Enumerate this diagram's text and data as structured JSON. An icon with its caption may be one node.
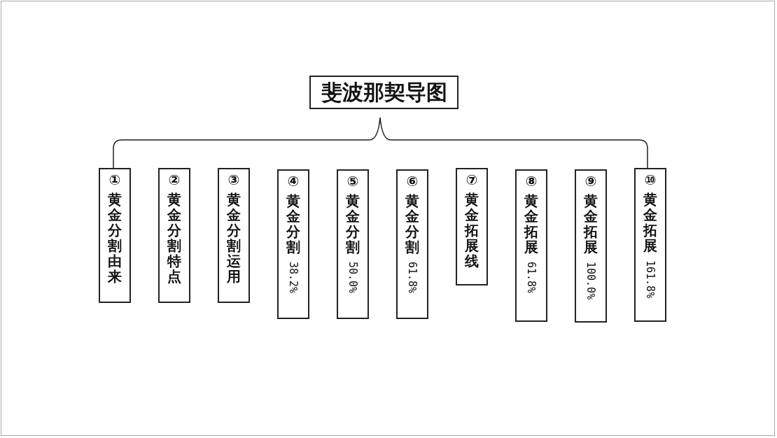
{
  "diagram": {
    "title": "斐波那契导图",
    "nodes": [
      {
        "text": [
          "①",
          "黄金分割由来"
        ]
      },
      {
        "text": [
          "②",
          "黄金分割特点"
        ]
      },
      {
        "text": [
          "③",
          "黄金分割运用"
        ]
      },
      {
        "text": [
          "④",
          "黄金分割",
          "38.2%"
        ]
      },
      {
        "text": [
          "⑤",
          "黄金分割",
          "50.0%"
        ]
      },
      {
        "text": [
          "⑥",
          "黄金分割",
          "61.8%"
        ]
      },
      {
        "text": [
          "⑦",
          "黄金拓展线"
        ]
      },
      {
        "text": [
          "⑧",
          "黄金拓展",
          "61.8%"
        ]
      },
      {
        "text": [
          "⑨",
          "黄金拓展",
          "100.0%"
        ]
      },
      {
        "text": [
          "⑩",
          "黄金拓展",
          "161.8%"
        ]
      }
    ],
    "edges": []
  }
}
